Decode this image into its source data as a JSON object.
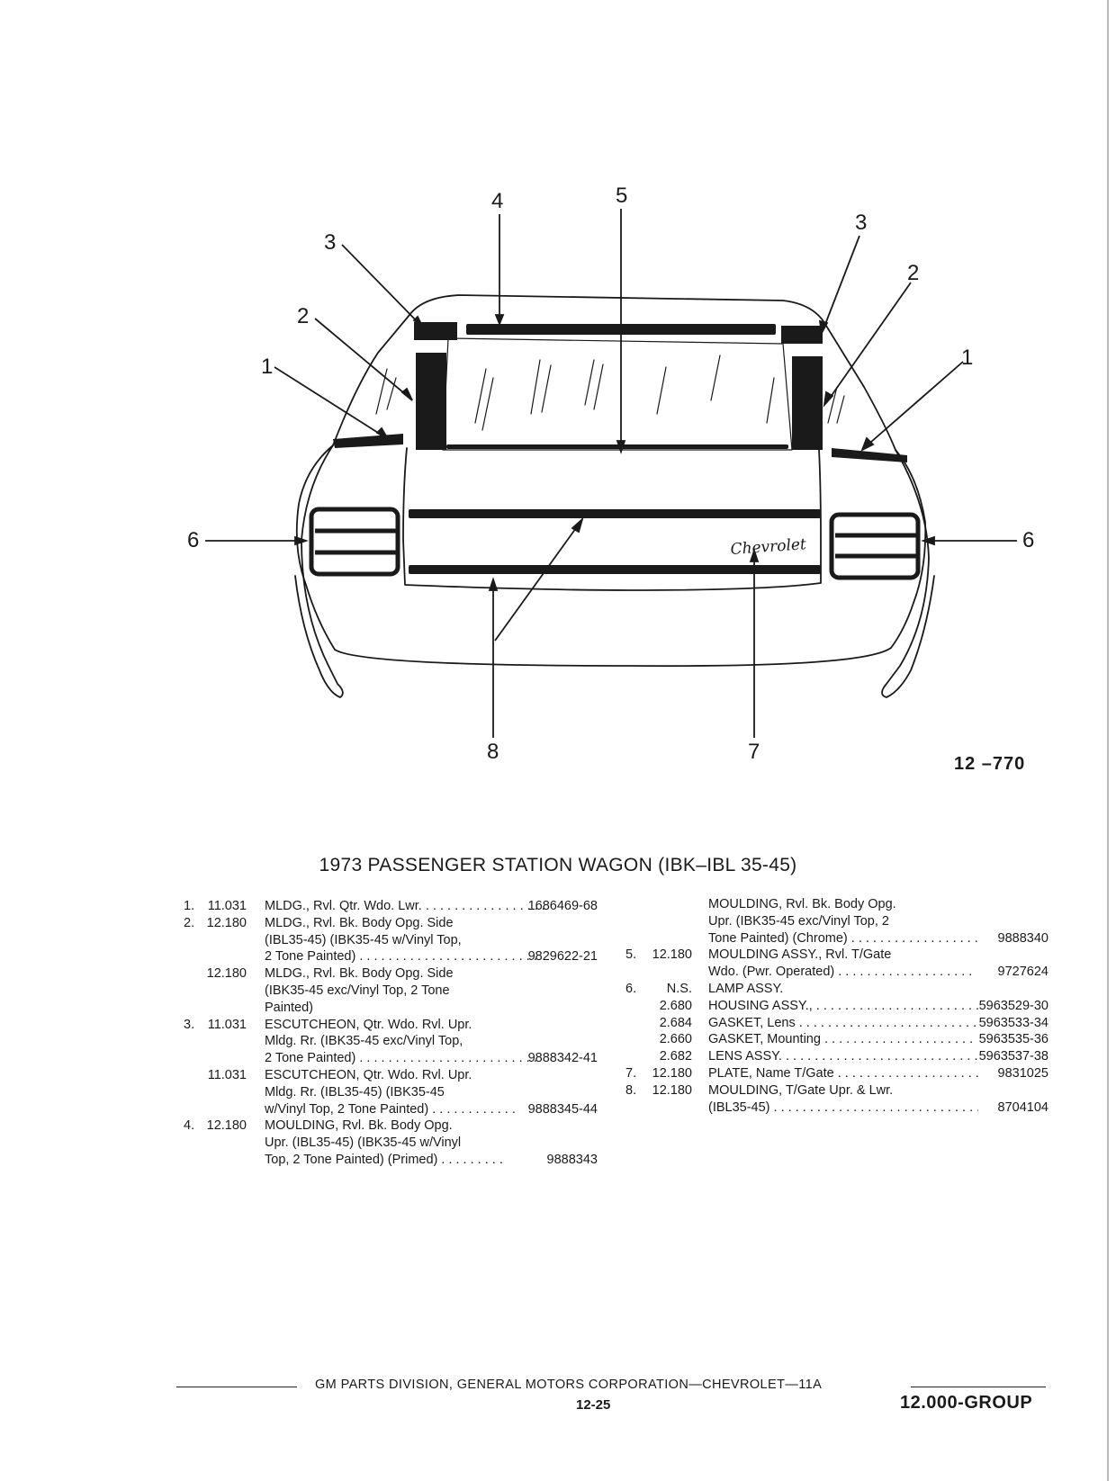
{
  "callouts": {
    "c1l": "1",
    "c2l": "2",
    "c3l": "3",
    "c4": "4",
    "c5": "5",
    "c3r": "3",
    "c2r": "2",
    "c1r": "1",
    "c6l": "6",
    "c6r": "6",
    "c7": "7",
    "c8": "8"
  },
  "figure_number": "12 –770",
  "title": "1973 PASSENGER STATION WAGON (IBK–IBL 35-45)",
  "left_rows": [
    {
      "num": "1.",
      "code": "11.031",
      "desc": "MLDG., Rvl. Qtr. Wdo. Lwr. . . . . . . . . . . . . . . . . .",
      "part": "1686469-68"
    },
    {
      "num": "2.",
      "code": "12.180",
      "desc": "MLDG., Rvl. Bk. Body Opg. Side",
      "part": ""
    },
    {
      "num": "",
      "code": "",
      "desc": "(IBL35-45) (IBK35-45 w/Vinyl Top,",
      "part": ""
    },
    {
      "num": "",
      "code": "",
      "desc": "2 Tone Painted) . . . . . . . . . . . . . . . . . . . . . . . . .",
      "part": "9829622-21"
    },
    {
      "num": "",
      "code": "12.180",
      "desc": "MLDG., Rvl. Bk. Body Opg. Side",
      "part": ""
    },
    {
      "num": "",
      "code": "",
      "desc": "(IBK35-45 exc/Vinyl Top, 2 Tone",
      "part": ""
    },
    {
      "num": "",
      "code": "",
      "desc": "Painted)",
      "part": ""
    },
    {
      "num": "3.",
      "code": "11.031",
      "desc": "ESCUTCHEON, Qtr. Wdo. Rvl. Upr.",
      "part": ""
    },
    {
      "num": "",
      "code": "",
      "desc": "Mldg. Rr. (IBK35-45 exc/Vinyl Top,",
      "part": ""
    },
    {
      "num": "",
      "code": "",
      "desc": "2 Tone Painted) . . . . . . . . . . . . . . . . . . . . . . . . .",
      "part": "9888342-41"
    },
    {
      "num": "",
      "code": "11.031",
      "desc": "ESCUTCHEON, Qtr. Wdo. Rvl. Upr.",
      "part": ""
    },
    {
      "num": "",
      "code": "",
      "desc": "Mldg. Rr. (IBL35-45) (IBK35-45",
      "part": ""
    },
    {
      "num": "",
      "code": "",
      "desc": "w/Vinyl Top, 2 Tone Painted) . . . . . . . . . . . .",
      "part": "9888345-44"
    },
    {
      "num": "4.",
      "code": "12.180",
      "desc": "MOULDING, Rvl. Bk. Body Opg.",
      "part": ""
    },
    {
      "num": "",
      "code": "",
      "desc": "Upr. (IBL35-45) (IBK35-45 w/Vinyl",
      "part": ""
    },
    {
      "num": "",
      "code": "",
      "desc": "Top, 2 Tone Painted) (Primed) . . . . . . . . .",
      "part": "9888343"
    }
  ],
  "right_rows": [
    {
      "num": "",
      "code": "",
      "desc": "MOULDING, Rvl. Bk. Body Opg.",
      "part": ""
    },
    {
      "num": "",
      "code": "",
      "desc": "Upr. (IBK35-45 exc/Vinyl Top, 2",
      "part": ""
    },
    {
      "num": "",
      "code": "",
      "desc": "Tone Painted) (Chrome) . . . . . . . . . . . . . . . . . .",
      "part": "9888340"
    },
    {
      "num": "5.",
      "code": "12.180",
      "desc": "MOULDING ASSY., Rvl. T/Gate",
      "part": ""
    },
    {
      "num": "",
      "code": "",
      "desc": "Wdo. (Pwr. Operated) . . . . . . . . . . . . . . . . . . .",
      "part": "9727624"
    },
    {
      "num": "6.",
      "code": "N.S.",
      "desc": "LAMP ASSY.",
      "part": ""
    },
    {
      "num": "",
      "code": "2.680",
      "desc": "HOUSING ASSY., . . . . . . . . . . . . . . . . . . . . . . . .",
      "part": "5963529-30"
    },
    {
      "num": "",
      "code": "2.684",
      "desc": "GASKET, Lens . . . . . . . . . . . . . . . . . . . . . . . . . .",
      "part": "5963533-34"
    },
    {
      "num": "",
      "code": "2.660",
      "desc": "GASKET, Mounting . . . . . . . . . . . . . . . . . . . . .",
      "part": "5963535-36"
    },
    {
      "num": "",
      "code": "2.682",
      "desc": "LENS ASSY. . . . . . . . . . . . . . . . . . . . . . . . . . . .",
      "part": "5963537-38"
    },
    {
      "num": "7.",
      "code": "12.180",
      "desc": "PLATE, Name T/Gate . . . . . . . . . . . . . . . . . . . .",
      "part": "9831025"
    },
    {
      "num": "8.",
      "code": "12.180",
      "desc": "MOULDING, T/Gate Upr. & Lwr.",
      "part": ""
    },
    {
      "num": "",
      "code": "",
      "desc": "(IBL35-45) . . . . . . . . . . . . . . . . . . . . . . . . . . . . .",
      "part": "8704104"
    }
  ],
  "footer": {
    "line": "GM PARTS DIVISION, GENERAL MOTORS CORPORATION—CHEVROLET—11A",
    "page": "12-25",
    "group": "12.000-GROUP"
  },
  "nameplate_script": "Chevrolet"
}
